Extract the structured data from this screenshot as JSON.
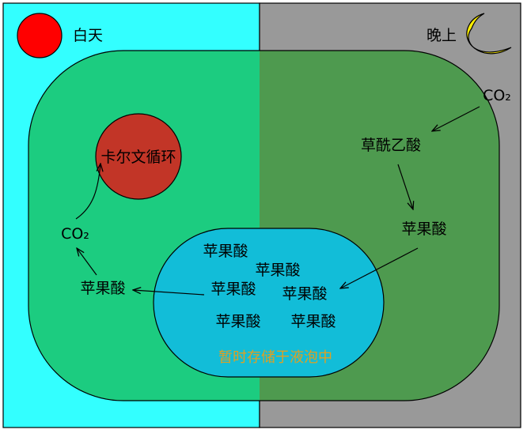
{
  "colors": {
    "day_bg": "#33ffff",
    "night_bg": "#999999",
    "cell_day": "#1ccc80",
    "cell_night": "#4e9a4f",
    "vacuole": "#12bdd8",
    "sun": "#ff0000",
    "moon": "#ffee00",
    "calvin": "#c23527",
    "storage_text": "#e0a020"
  },
  "icons": {
    "sun": "sun-icon",
    "moon": "moon-icon"
  },
  "labels": {
    "day": "白天",
    "night": "晚上",
    "calvin_cycle": "卡尔文循环",
    "co2_left": "CO₂",
    "co2_right": "CO₂",
    "oxaloacetate": "草酰乙酸",
    "malate_night": "苹果酸",
    "malate_day": "苹果酸",
    "vacuole_malates": [
      "苹果酸",
      "苹果酸",
      "苹果酸",
      "苹果酸",
      "苹果酸",
      "苹果酸"
    ],
    "storage_note": "暂时存储于液泡中"
  }
}
